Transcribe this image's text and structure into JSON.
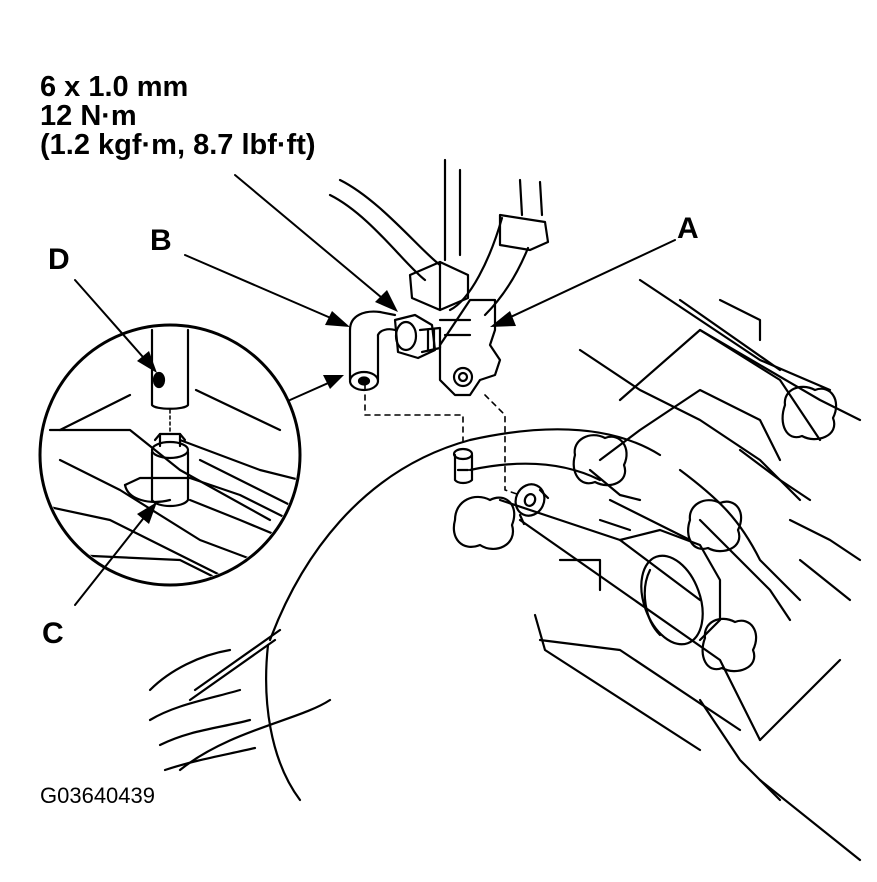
{
  "spec": {
    "line1": "6 x 1.0 mm",
    "line2": "12 N·m",
    "line3": "(1.2 kgf·m, 8.7 lbf·ft)"
  },
  "callouts": {
    "a": "A",
    "b": "B",
    "c": "C",
    "d": "D"
  },
  "figure_id": "G03640439",
  "colors": {
    "ink": "#000000",
    "paper": "#ffffff"
  }
}
